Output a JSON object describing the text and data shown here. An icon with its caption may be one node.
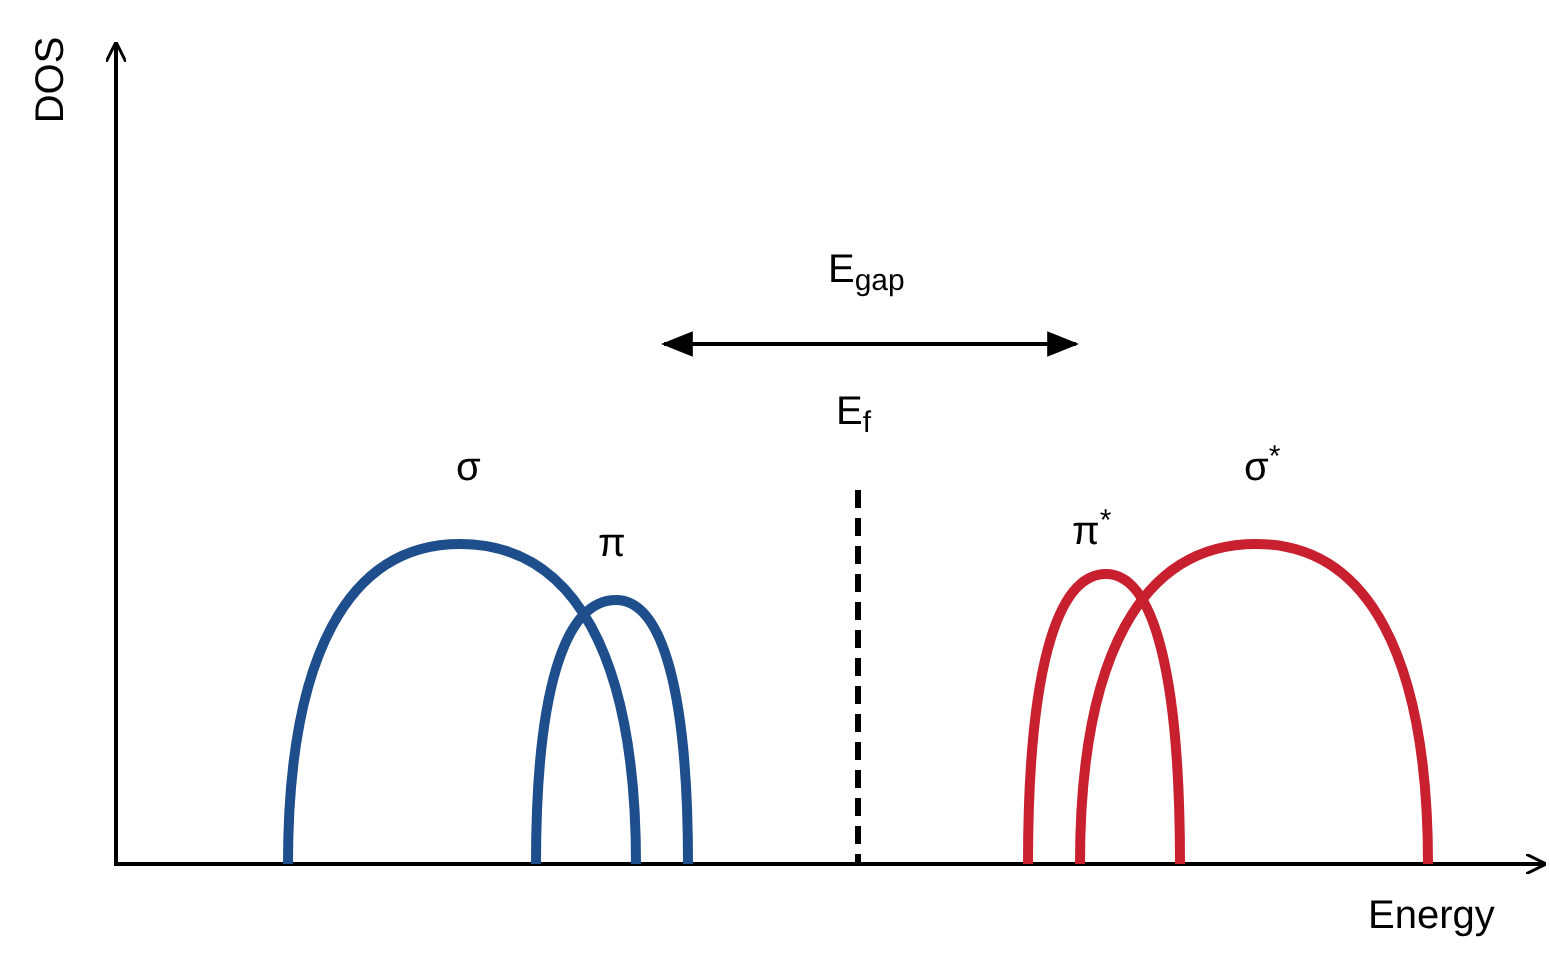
{
  "diagram": {
    "labels": [
      "DOS",
      "E$_{gap}$",
      "E$_{f}$",
      "σ",
      "σ$^{*}$",
      "π$^{*}$",
      "π",
      "Energy"
    ]
  }
}
